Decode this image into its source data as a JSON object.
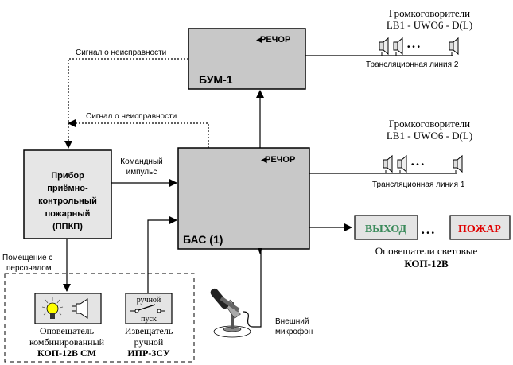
{
  "bum": {
    "title": "БУМ-1",
    "brand": "РЕЧОР"
  },
  "bas": {
    "title": "БАС (1)",
    "brand": "РЕЧОР"
  },
  "ppkp": {
    "lines": [
      "Прибор",
      "приёмно-",
      "контрольный",
      "пожарный",
      "(ППКП)"
    ]
  },
  "signals": {
    "fault_top": "Сигнал о неисправности",
    "fault_bottom": "Сигнал о неисправности",
    "command": [
      "Командный",
      "импульс"
    ]
  },
  "speakers_2": {
    "title": "Громкоговорители",
    "model": "LB1 - UWO6 - D(L)",
    "line": "Трансляционная линия 2"
  },
  "speakers_1": {
    "title": "Громкоговорители",
    "model": "LB1 - UWO6 - D(L)",
    "line": "Трансляционная линия 1"
  },
  "light_signs": {
    "exit": "ВЫХОД",
    "fire": "ПОЖАР",
    "caption": "Оповещатели световые",
    "model": "КОП-12В",
    "exit_color": "#3a8a5a",
    "fire_color": "#e00000"
  },
  "room": {
    "label": [
      "Помещение с",
      "персоналом"
    ]
  },
  "combined": {
    "caption": [
      "Оповещатель",
      "комбинированный"
    ],
    "model": "КОП-12В СМ"
  },
  "manual": {
    "top": "ручной",
    "bottom": "пуск",
    "caption": [
      "Извещатель",
      "ручной"
    ],
    "model": "ИПР-3СУ"
  },
  "mic": {
    "label": [
      "Внешний",
      "микрофон"
    ]
  },
  "ellipsis": "• • •"
}
